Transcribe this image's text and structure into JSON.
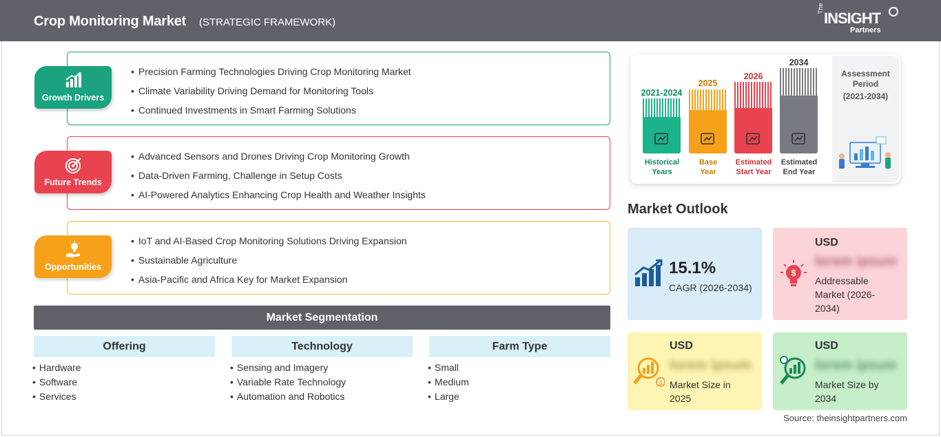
{
  "header": {
    "title": "Crop Monitoring Market",
    "subtitle": "(STRATEGIC FRAMEWORK)",
    "logo": {
      "the": "The",
      "insight": "INSIGHT",
      "partners": "Partners"
    }
  },
  "sections": [
    {
      "badge": "Growth Drivers",
      "color": "#1aa37e",
      "icon": "growth-chart-icon",
      "items": [
        "Precision Farming Technologies Driving Crop Monitoring Market",
        "Climate Variability Driving Demand for Monitoring Tools",
        "Continued Investments in Smart Farming Solutions"
      ]
    },
    {
      "badge": "Future Trends",
      "color": "#e8434f",
      "icon": "target-icon",
      "items": [
        "Advanced Sensors and Drones Driving Crop Monitoring Growth",
        "Data-Driven Farming, Challenge in Setup Costs",
        "AI-Powered Analytics Enhancing Crop Health and Weather Insights"
      ]
    },
    {
      "badge": "Opportunities",
      "color": "#f7a11a",
      "icon": "hand-bulb-icon",
      "items": [
        "IoT and AI-Based Crop Monitoring Solutions Driving Expansion",
        "Sustainable Agriculture",
        "Asia-Pacific and Africa Key for Market Expansion"
      ]
    }
  ],
  "segmentation": {
    "title": "Market Segmentation",
    "columns": [
      {
        "heading": "Offering",
        "items": [
          "Hardware",
          "Software",
          "Services"
        ]
      },
      {
        "heading": "Technology",
        "items": [
          "Sensing and Imagery",
          "Variable Rate Technology",
          "Automation and Robotics"
        ]
      },
      {
        "heading": "Farm Type",
        "items": [
          "Small",
          "Medium",
          "Large"
        ]
      }
    ]
  },
  "timeline": {
    "columns": [
      {
        "year": "2021-2024",
        "caption": [
          "Historical",
          "Years"
        ],
        "color": "#1ab38a"
      },
      {
        "year": "2025",
        "caption": [
          "Base",
          "Year"
        ],
        "color": "#f7a11a"
      },
      {
        "year": "2026",
        "caption": [
          "Estimated",
          "Start Year"
        ],
        "color": "#e8434f"
      },
      {
        "year": "2034",
        "caption": [
          "Estimated",
          "End Year"
        ],
        "color": "#777a80"
      }
    ],
    "assessment": {
      "title": "Assessment Period",
      "period": "(2021-2034)"
    }
  },
  "outlook": {
    "title": "Market Outlook",
    "cagr": {
      "value": "15.1%",
      "label": "CAGR (2026-2034)"
    },
    "addressable": {
      "usd": "USD",
      "value": "lorem ipsum",
      "label": "Addressable Market (2026-2034)"
    },
    "size_2025": {
      "usd": "USD",
      "value": "lorem ipsum",
      "label": "Market Size in 2025"
    },
    "size_2034": {
      "usd": "USD",
      "value": "lorem ipsum",
      "label": "Market Size by 2034"
    }
  },
  "source": "Source: theinsightpartners.com"
}
